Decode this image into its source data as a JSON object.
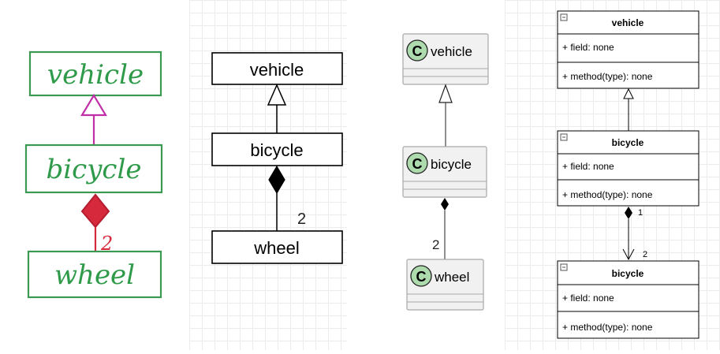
{
  "sketch": {
    "classes": [
      "vehicle",
      "bicycle",
      "wheel"
    ],
    "multiplicity": "2"
  },
  "classic": {
    "classes": [
      "vehicle",
      "bicycle",
      "wheel"
    ],
    "multiplicity": "2"
  },
  "plantuml": {
    "class_marker": "C",
    "classes": [
      "vehicle",
      "bicycle",
      "wheel"
    ],
    "multiplicity": "2"
  },
  "drawio": {
    "collapse_marker": "−",
    "boxes": [
      {
        "title": "vehicle",
        "field": "+ field: none",
        "method": "+ method(type): none"
      },
      {
        "title": "bicycle",
        "field": "+ field: none",
        "method": "+ method(type): none"
      },
      {
        "title": "bicycle",
        "field": "+ field: none",
        "method": "+ method(type): none"
      }
    ],
    "source_multiplicity": "1",
    "target_multiplicity": "2"
  }
}
